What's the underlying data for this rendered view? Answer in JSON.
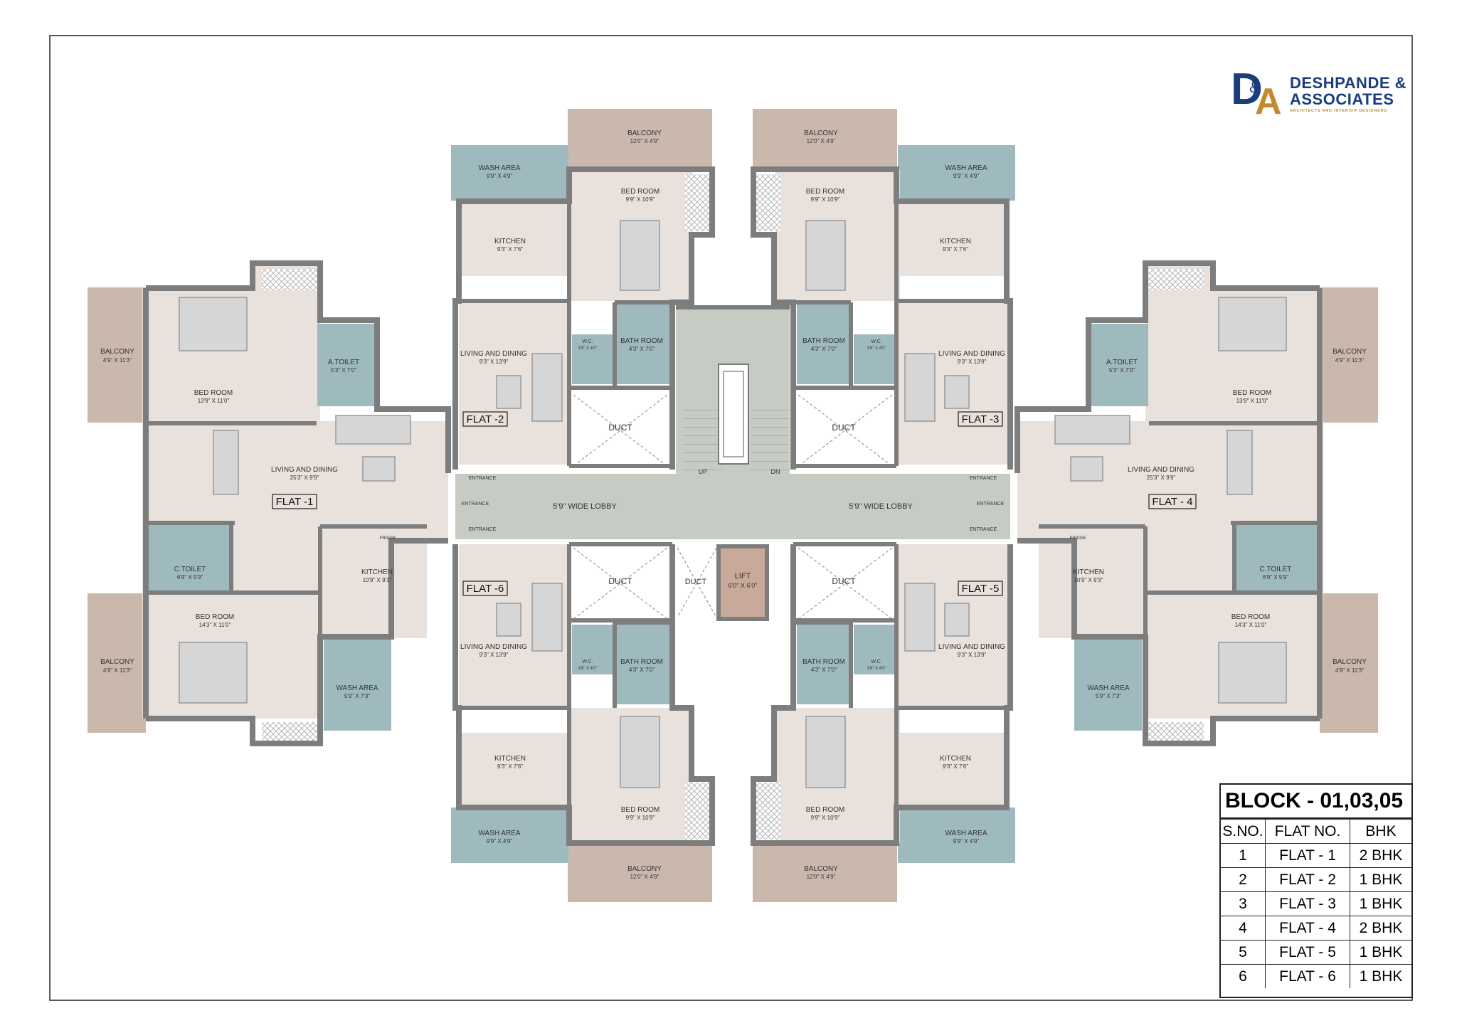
{
  "firm": {
    "monogram_d": "D",
    "monogram_amp": "&",
    "monogram_a": "A",
    "name_line1": "DESHPANDE &",
    "name_line2": "ASSOCIATES",
    "tagline": "ARCHITECTS AND INTERIOR DESIGNERS"
  },
  "colors": {
    "room_floor": "#e9e1dc",
    "wet_area": "#9fbabf",
    "balcony": "#cab8ad",
    "wall": "#7d7d7d",
    "lobby": "#c6ccc3",
    "lift": "#c9aa9a"
  },
  "rooms": {
    "balcony": "BALCONY",
    "bed_room": "BED ROOM",
    "wash_area": "WASH AREA",
    "kitchen": "KITCHEN",
    "living_dining": "LIVING AND DINING",
    "bath_room": "BATH ROOM",
    "wc": "W.C.",
    "duct": "DUCT",
    "a_toilet": "A.TOILET",
    "c_toilet": "C.TOILET",
    "lift": "LIFT",
    "lobby": "5'9\" WIDE LOBBY",
    "entrance": "ENTRANCE",
    "up": "UP",
    "dn": "DN",
    "fridge": "FRIDGE"
  },
  "dims": {
    "balcony_top": "12'0\" X 4'9\"",
    "wash_top": "9'9\" X 4'9\"",
    "bed_small": "9'9\" X 10'9\"",
    "kitchen_small": "9'3\" X 7'6\"",
    "living_small": "9'3\" X 13'9\"",
    "bath": "4'3\" X 7'0\"",
    "wc": "3'8\" X 4'0\"",
    "balcony_side": "4'9\" X 11'3\"",
    "bed_top_large": "13'9\" X 11'0\"",
    "a_toilet": "5'3\" X 7'0\"",
    "living_large": "25'3\" X 9'9\"",
    "c_toilet": "6'9\" X 5'9\"",
    "kitchen_large": "10'9\" X 9'3\"",
    "bed_bottom_large": "14'3\" X 11'0\"",
    "wash_large": "5'9\" X 7'3\"",
    "lift": "6'0\" X 6'0\""
  },
  "flats": {
    "f1": "FLAT -1",
    "f2": "FLAT -2",
    "f3": "FLAT -3",
    "f4": "FLAT - 4",
    "f5": "FLAT -5",
    "f6": "FLAT -6"
  },
  "schedule": {
    "title": "BLOCK - 01,03,05",
    "headers": [
      "S.NO.",
      "FLAT NO.",
      "BHK"
    ],
    "rows": [
      [
        "1",
        "FLAT - 1",
        "2 BHK"
      ],
      [
        "2",
        "FLAT - 2",
        "1 BHK"
      ],
      [
        "3",
        "FLAT - 3",
        "1 BHK"
      ],
      [
        "4",
        "FLAT - 4",
        "2 BHK"
      ],
      [
        "5",
        "FLAT - 5",
        "1 BHK"
      ],
      [
        "6",
        "FLAT - 6",
        "1 BHK"
      ]
    ]
  }
}
